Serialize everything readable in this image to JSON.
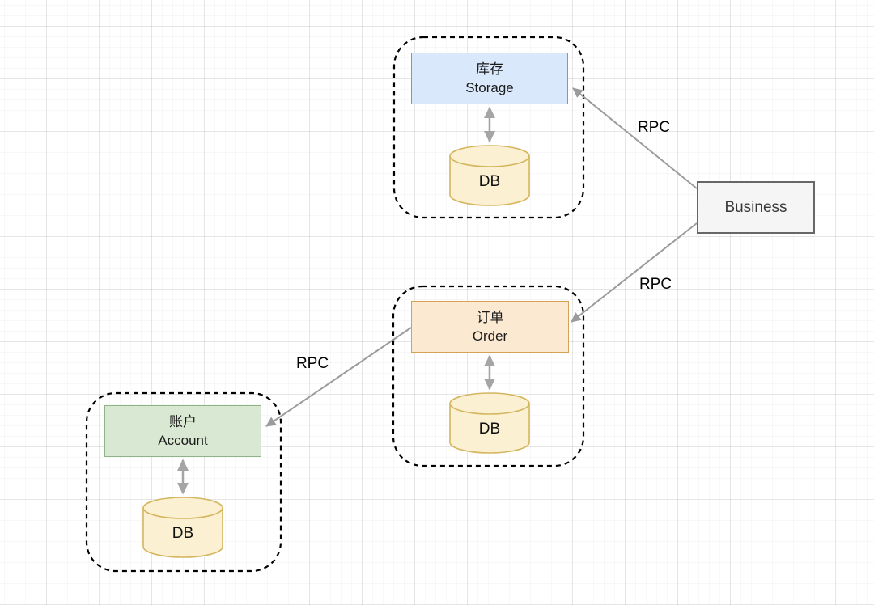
{
  "diagram": {
    "type": "microservices-architecture",
    "background": "#ffffff",
    "grid_major_color": "#ededed",
    "grid_minor_color": "#f8f8f8"
  },
  "nodes": {
    "business": {
      "label": "Business",
      "fill": "#f5f5f5",
      "border": "#676767"
    },
    "storage": {
      "label_zh": "库存",
      "label_en": "Storage",
      "fill": "#dae8fc",
      "border": "#6c8ebf"
    },
    "order": {
      "label_zh": "订单",
      "label_en": "Order",
      "fill": "#ffe6cc",
      "border": "#d79b00"
    },
    "account": {
      "label_zh": "账户",
      "label_en": "Account",
      "fill": "#d5e8d4",
      "border": "#82b366"
    }
  },
  "databases": {
    "fill": "#fbf0d2",
    "border": "#d4b65e",
    "storage_db": {
      "label": "DB"
    },
    "order_db": {
      "label": "DB"
    },
    "account_db": {
      "label": "DB"
    }
  },
  "edges": [
    {
      "from": "Business",
      "to": "Storage",
      "label": "RPC",
      "style": "arrow"
    },
    {
      "from": "Business",
      "to": "Order",
      "label": "RPC",
      "style": "arrow"
    },
    {
      "from": "Order",
      "to": "Account",
      "label": "RPC",
      "style": "arrow"
    }
  ],
  "internal_links": [
    {
      "from": "Storage",
      "to": "DB",
      "style": "double-arrow"
    },
    {
      "from": "Order",
      "to": "DB",
      "style": "double-arrow"
    },
    {
      "from": "Account",
      "to": "DB",
      "style": "double-arrow"
    }
  ],
  "connector_color": "#9b9b9b"
}
